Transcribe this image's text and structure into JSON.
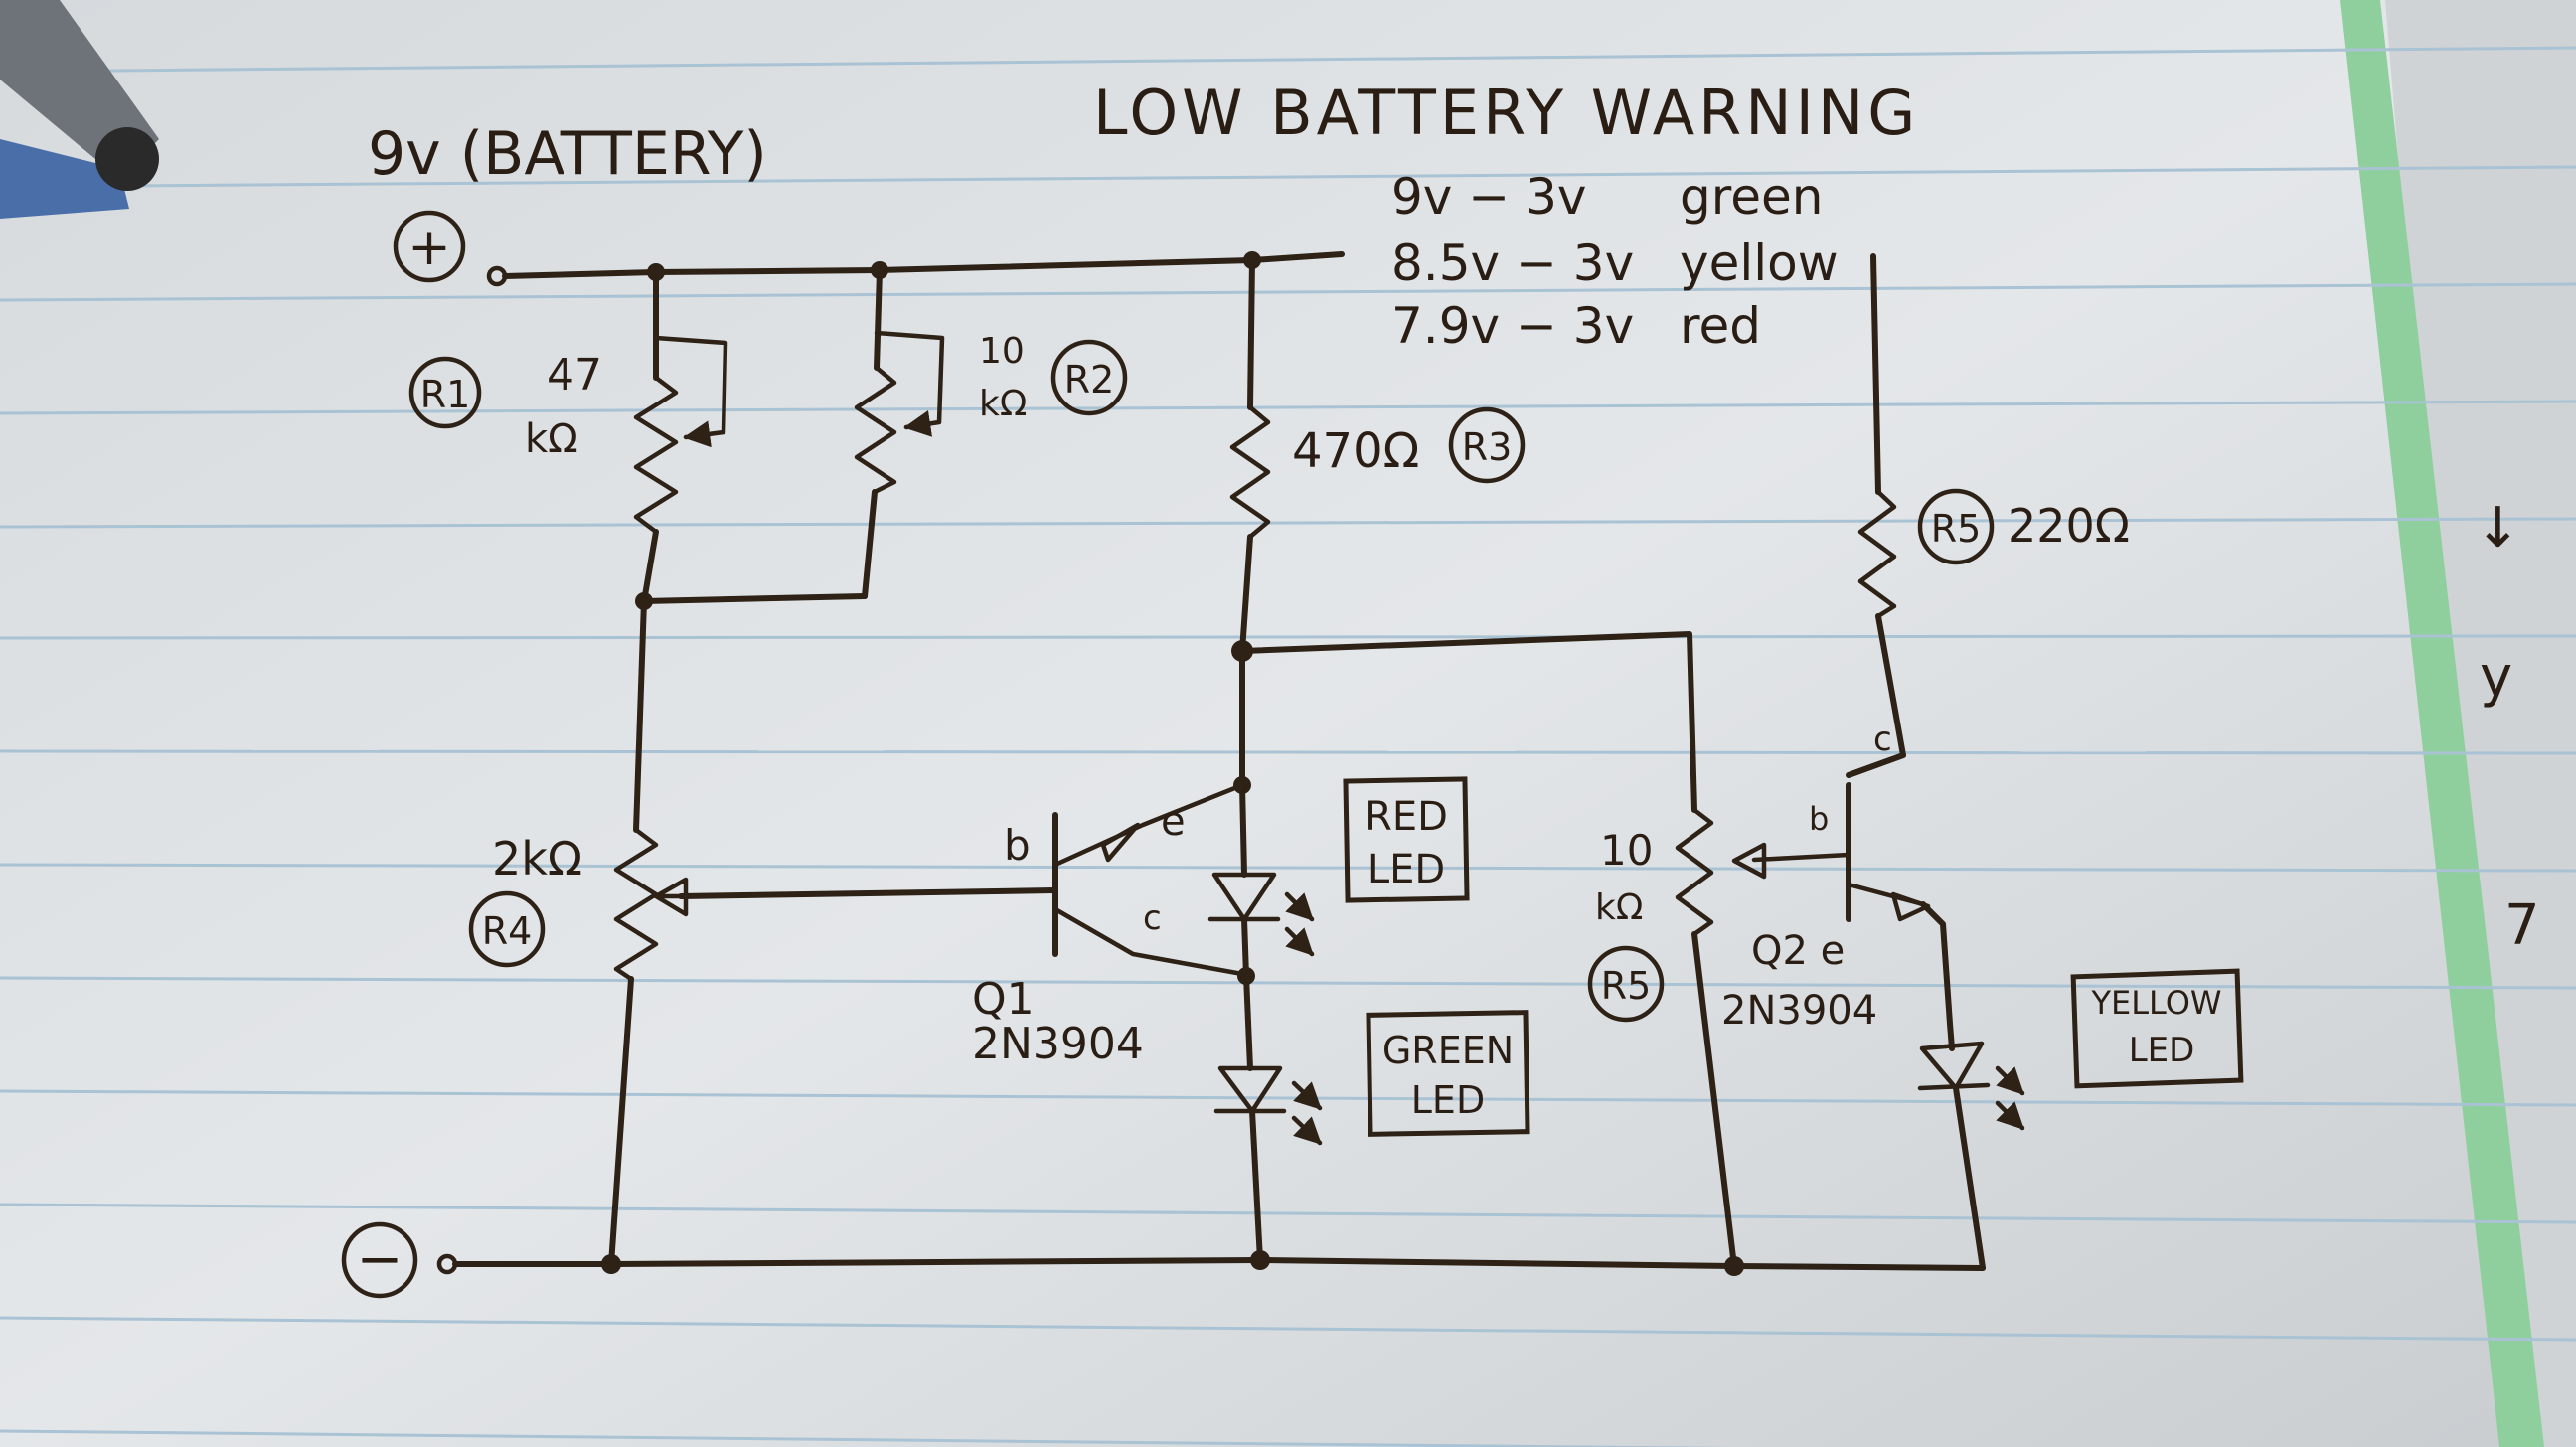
{
  "title": "LOW BATTERY WARNING",
  "battery": {
    "label": "9v (BATTERY)",
    "plus": "+",
    "minus": "−"
  },
  "thresholds": [
    {
      "range": "9v − 3v",
      "color": "green"
    },
    {
      "range": "8.5v − 3v",
      "color": "yellow"
    },
    {
      "range": "7.9v − 3v",
      "color": "red"
    }
  ],
  "components": {
    "r1": {
      "tag": "R1",
      "value_top": "47",
      "value_bottom": "kΩ"
    },
    "r2": {
      "tag": "R2",
      "value_top": "10",
      "value_bottom": "kΩ"
    },
    "r3": {
      "tag": "R3",
      "value": "470Ω"
    },
    "r4": {
      "tag": "R4",
      "value": "2kΩ"
    },
    "r5_collector": {
      "tag": "R5",
      "value": "220Ω"
    },
    "r5_pot": {
      "tag": "R5",
      "value_top": "10",
      "value_bottom": "kΩ"
    },
    "q1": {
      "name": "Q1",
      "part": "2N3904",
      "pin_b": "b",
      "pin_e": "e",
      "pin_c": "c"
    },
    "q2": {
      "name": "Q2 e",
      "part": "2N3904",
      "pin_b": "b",
      "pin_c": "c"
    },
    "red_led": {
      "line1": "RED",
      "line2": "LED"
    },
    "green_led": {
      "line1": "GREEN",
      "line2": "LED"
    },
    "yellow_led": {
      "line1": "YELLOW",
      "line2": "LED"
    }
  },
  "colors": {
    "paper": "#dfe3e6",
    "ink": "#2e2116",
    "rule_line": "#a9c2d4",
    "margin_green": "#8fcf9d"
  }
}
